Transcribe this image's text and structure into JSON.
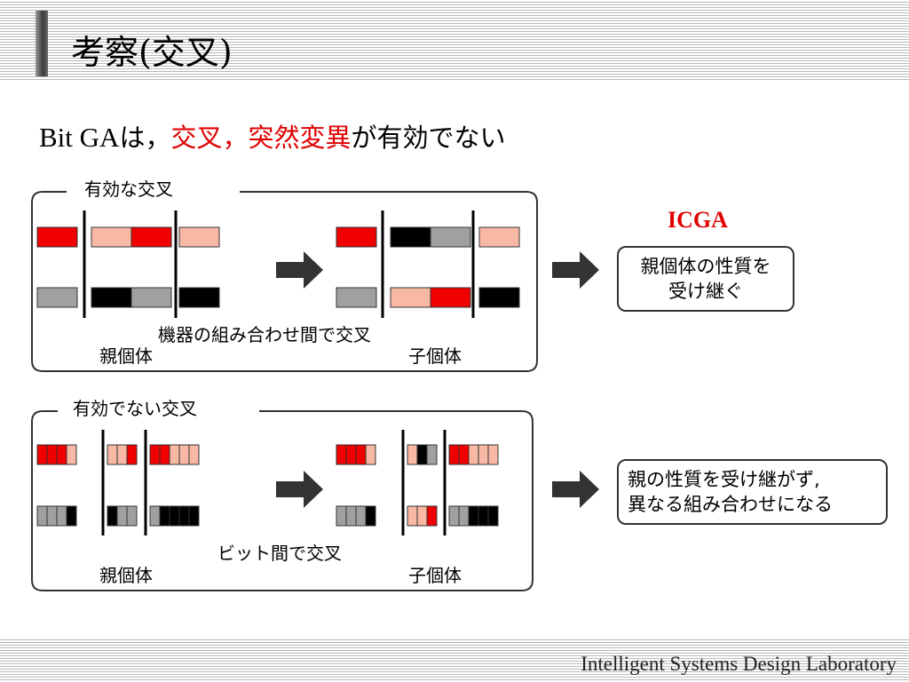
{
  "slide": {
    "title": "考察(交叉)",
    "headline": {
      "prefix": "Bit GA",
      "part1": "は，",
      "red1": "交叉",
      "sep": "，",
      "red2": "突然変異",
      "suffix": "が有効でない"
    },
    "footer": "Intelligent Systems Design Laboratory"
  },
  "colors": {
    "red": "#f00000",
    "pink": "#f8b8a4",
    "gray": "#a0a0a0",
    "black": "#000000",
    "accent_text": "#e00000"
  },
  "panels": {
    "effective": {
      "label": "有効な交叉",
      "operation": "機器の組み合わせ間で交叉",
      "parent_label": "親個体",
      "child_label": "子個体"
    },
    "ineffective": {
      "label": "有効でない交叉",
      "operation": "ビット間で交叉",
      "parent_label": "親個体",
      "child_label": "子個体"
    }
  },
  "icga": {
    "label": "ICGA",
    "note_line1": "親個体の性質を",
    "note_line2": "受け継ぐ"
  },
  "bitga_note": {
    "line1": "親の性質を受け継がず,",
    "line2": "異なる組み合わせになる"
  },
  "chromosomes": {
    "effective_parent": [
      [
        "red",
        "pink",
        "red",
        "pink"
      ],
      [
        "gray",
        "black",
        "gray",
        "black"
      ]
    ],
    "effective_child": [
      [
        "red",
        "black",
        "gray",
        "pink"
      ],
      [
        "gray",
        "pink",
        "red",
        "black"
      ]
    ],
    "ineffective_parent": [
      [
        "red",
        "red",
        "red",
        "pink",
        "pink",
        "pink",
        "red",
        "red",
        "red",
        "pink",
        "pink",
        "pink"
      ],
      [
        "gray",
        "gray",
        "gray",
        "black",
        "black",
        "gray",
        "gray",
        "gray",
        "black",
        "black",
        "black",
        "black"
      ]
    ],
    "ineffective_child": [
      [
        "red",
        "red",
        "red",
        "pink",
        "pink",
        "black",
        "gray",
        "red",
        "red",
        "pink",
        "pink",
        "pink"
      ],
      [
        "gray",
        "gray",
        "gray",
        "black",
        "pink",
        "pink",
        "red",
        "gray",
        "gray",
        "black",
        "black",
        "black"
      ]
    ]
  }
}
